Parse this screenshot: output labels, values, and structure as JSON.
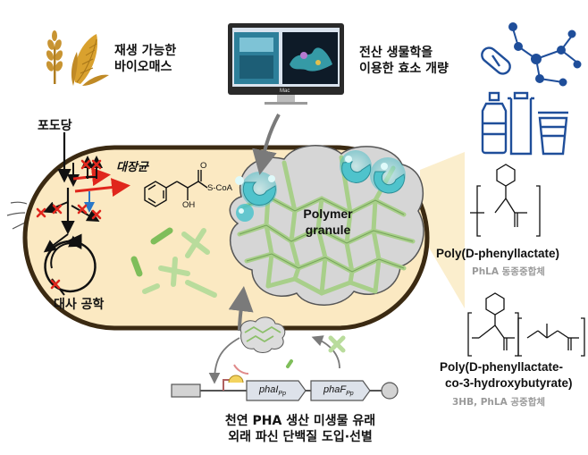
{
  "biomass_label": [
    "재생 가능한",
    "바이오매스"
  ],
  "computational_label": [
    "전산 생물학을",
    "이용한 효소 개량"
  ],
  "glucose_label": "포도당",
  "ecoli_label": "대장균",
  "metabolic_label": "대사 공학",
  "polymer_label": [
    "Polymer",
    "granule"
  ],
  "substrate": {
    "oh_label": "OH",
    "scoa_label": "S-CoA",
    "o_label": "O"
  },
  "polymer1": {
    "name": "Poly(D-phenyllactate)",
    "note": "PhLA 동종중합체"
  },
  "polymer2": {
    "name_line1": "Poly(D-phenyllactate-",
    "name_line2": "co-3-hydroxybutyrate)",
    "note": "3HB, PhLA 공중합체"
  },
  "gene_labels": [
    "phaI",
    "phaF"
  ],
  "gene_subscript": "Pp",
  "bottom_label": [
    "천연 PHA 생산 미생물 유래",
    "외래 파신 단백질 도입·선별"
  ],
  "monitor_brand": "Mac",
  "colors": {
    "cell_fill": "#fbe9c2",
    "cell_border": "#3b2a12",
    "granule": "#d3d3d3",
    "enzyme": "#5fd0d6",
    "phasin": "#b9dc9c",
    "red_arrow": "#e0261c",
    "icon_blue": "#1f4e9a",
    "grain": "#c89432"
  }
}
